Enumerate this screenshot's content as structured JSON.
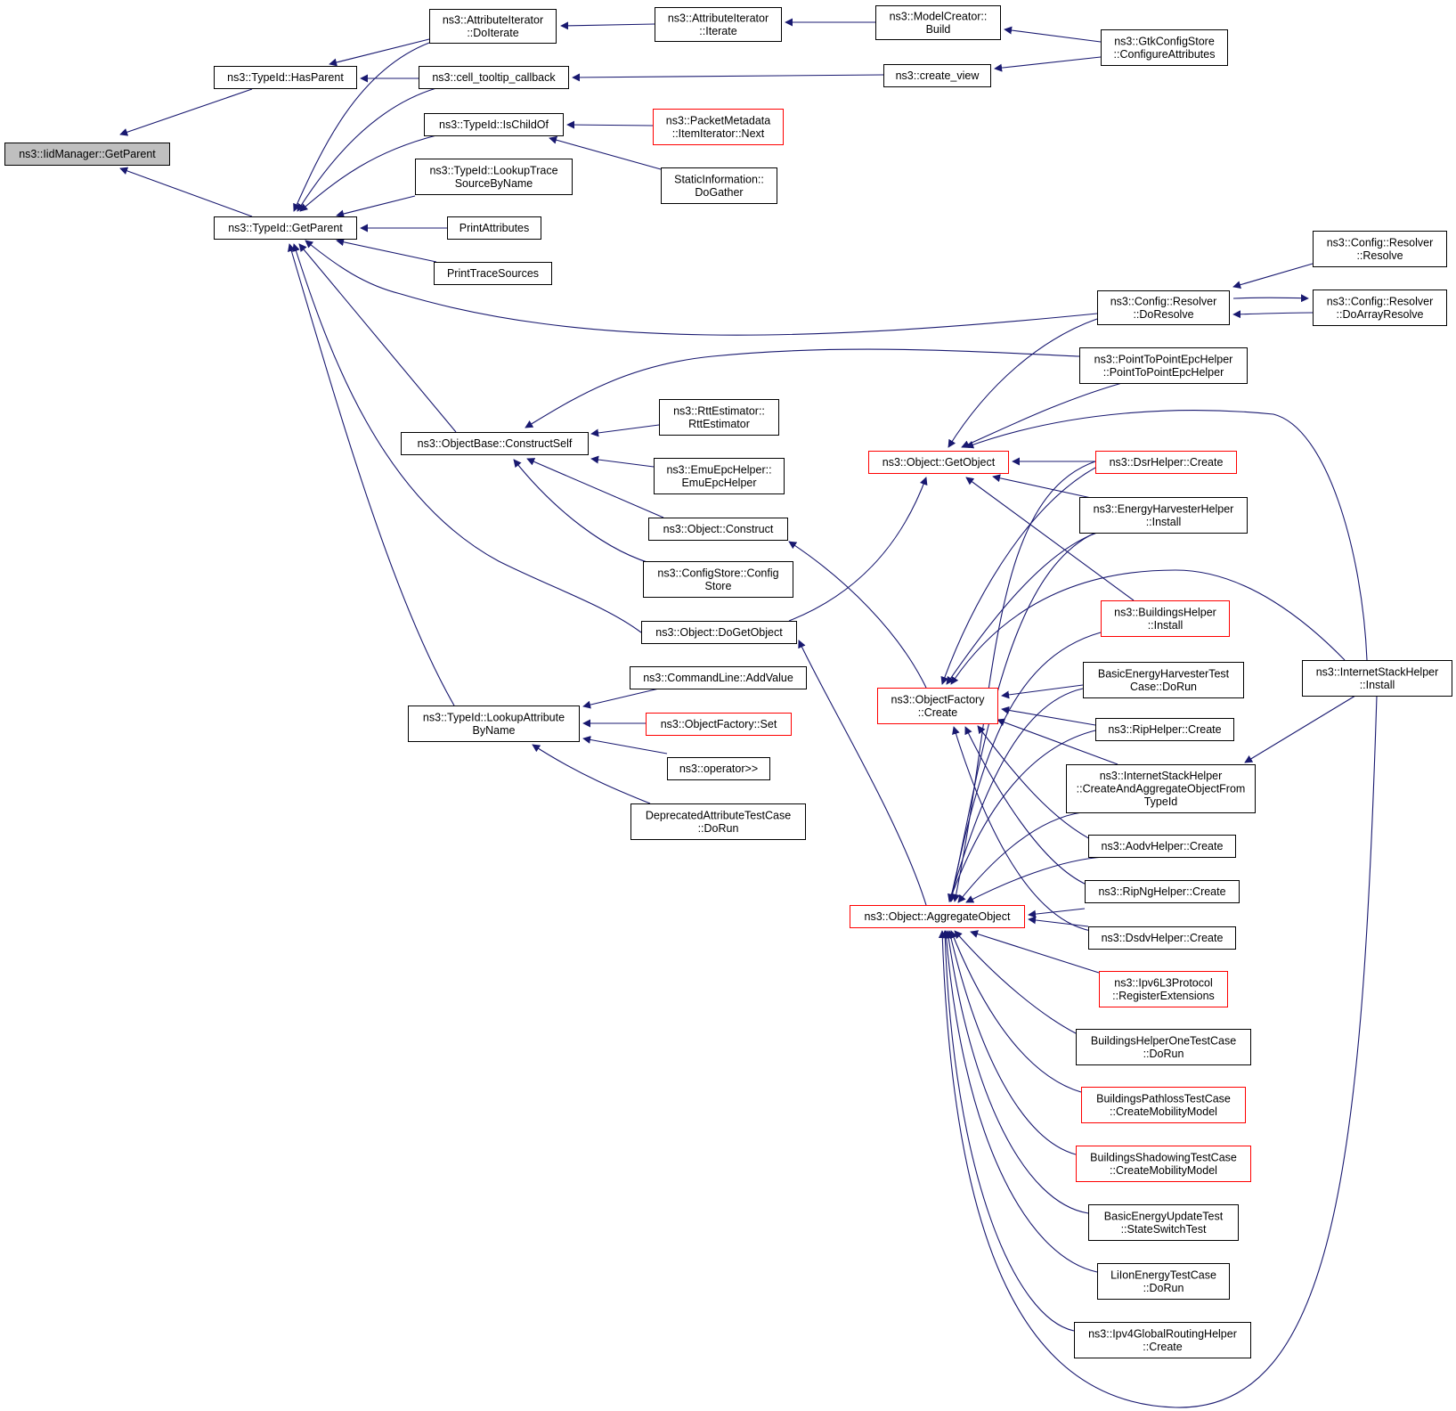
{
  "colors": {
    "edge": "#191970",
    "border": "#000000",
    "truncated_border": "#ff0000",
    "root_fill": "#bfbfbf",
    "background": "#ffffff"
  },
  "nodes": [
    {
      "id": "root",
      "lines": [
        "ns3::IidManager::GetParent"
      ],
      "style": "root"
    },
    {
      "id": "hasparent",
      "lines": [
        "ns3::TypeId::HasParent"
      ],
      "style": "normal"
    },
    {
      "id": "getparent",
      "lines": [
        "ns3::TypeId::GetParent"
      ],
      "style": "normal"
    },
    {
      "id": "attriter_doiterate",
      "lines": [
        "ns3::AttributeIterator",
        "::DoIterate"
      ],
      "style": "normal"
    },
    {
      "id": "cell_tooltip",
      "lines": [
        "ns3::cell_tooltip_callback"
      ],
      "style": "normal"
    },
    {
      "id": "ischildof",
      "lines": [
        "ns3::TypeId::IsChildOf"
      ],
      "style": "normal"
    },
    {
      "id": "lookuptrace",
      "lines": [
        "ns3::TypeId::LookupTrace",
        "SourceByName"
      ],
      "style": "normal"
    },
    {
      "id": "printattributes",
      "lines": [
        "PrintAttributes"
      ],
      "style": "normal"
    },
    {
      "id": "printtracesources",
      "lines": [
        "PrintTraceSources"
      ],
      "style": "normal"
    },
    {
      "id": "constructself",
      "lines": [
        "ns3::ObjectBase::ConstructSelf"
      ],
      "style": "normal"
    },
    {
      "id": "dogetobject",
      "lines": [
        "ns3::Object::DoGetObject"
      ],
      "style": "normal"
    },
    {
      "id": "lookupattr",
      "lines": [
        "ns3::TypeId::LookupAttribute",
        "ByName"
      ],
      "style": "normal"
    },
    {
      "id": "attriter_iterate",
      "lines": [
        "ns3::AttributeIterator",
        "::Iterate"
      ],
      "style": "normal"
    },
    {
      "id": "modelcreator",
      "lines": [
        "ns3::ModelCreator::",
        "Build"
      ],
      "style": "normal"
    },
    {
      "id": "gtkconfig",
      "lines": [
        "ns3::GtkConfigStore",
        "::ConfigureAttributes"
      ],
      "style": "normal"
    },
    {
      "id": "createview",
      "lines": [
        "ns3::create_view"
      ],
      "style": "normal"
    },
    {
      "id": "packetmeta",
      "lines": [
        "ns3::PacketMetadata",
        "::ItemIterator::Next"
      ],
      "style": "red"
    },
    {
      "id": "staticinfo",
      "lines": [
        "StaticInformation::",
        "DoGather"
      ],
      "style": "normal"
    },
    {
      "id": "rttest",
      "lines": [
        "ns3::RttEstimator::",
        "RttEstimator"
      ],
      "style": "normal"
    },
    {
      "id": "emuepc",
      "lines": [
        "ns3::EmuEpcHelper::",
        "EmuEpcHelper"
      ],
      "style": "normal"
    },
    {
      "id": "objconstruct",
      "lines": [
        "ns3::Object::Construct"
      ],
      "style": "normal"
    },
    {
      "id": "configstore",
      "lines": [
        "ns3::ConfigStore::Config",
        "Store"
      ],
      "style": "normal"
    },
    {
      "id": "addvalue",
      "lines": [
        "ns3::CommandLine::AddValue"
      ],
      "style": "normal"
    },
    {
      "id": "objfactset",
      "lines": [
        "ns3::ObjectFactory::Set"
      ],
      "style": "red"
    },
    {
      "id": "operator",
      "lines": [
        "ns3::operator>>"
      ],
      "style": "normal"
    },
    {
      "id": "deprecated",
      "lines": [
        "DeprecatedAttributeTestCase",
        "::DoRun"
      ],
      "style": "normal"
    },
    {
      "id": "getobject",
      "lines": [
        "ns3::Object::GetObject"
      ],
      "style": "red"
    },
    {
      "id": "objfactcreate",
      "lines": [
        "ns3::ObjectFactory",
        "::Create"
      ],
      "style": "red"
    },
    {
      "id": "aggregate",
      "lines": [
        "ns3::Object::AggregateObject"
      ],
      "style": "red"
    },
    {
      "id": "doresolve",
      "lines": [
        "ns3::Config::Resolver",
        "::DoResolve"
      ],
      "style": "normal"
    },
    {
      "id": "resolve",
      "lines": [
        "ns3::Config::Resolver",
        "::Resolve"
      ],
      "style": "normal"
    },
    {
      "id": "doarrayresolve",
      "lines": [
        "ns3::Config::Resolver",
        "::DoArrayResolve"
      ],
      "style": "normal"
    },
    {
      "id": "p2pepc",
      "lines": [
        "ns3::PointToPointEpcHelper",
        "::PointToPointEpcHelper"
      ],
      "style": "normal"
    },
    {
      "id": "dsrcreate",
      "lines": [
        "ns3::DsrHelper::Create"
      ],
      "style": "red"
    },
    {
      "id": "energyharv",
      "lines": [
        "ns3::EnergyHarvesterHelper",
        "::Install"
      ],
      "style": "normal"
    },
    {
      "id": "buildingsinstall",
      "lines": [
        "ns3::BuildingsHelper",
        "::Install"
      ],
      "style": "red"
    },
    {
      "id": "basicenergyharv",
      "lines": [
        "BasicEnergyHarvesterTest",
        "Case::DoRun"
      ],
      "style": "normal"
    },
    {
      "id": "ripcreate",
      "lines": [
        "ns3::RipHelper::Create"
      ],
      "style": "normal"
    },
    {
      "id": "createaggr",
      "lines": [
        "ns3::InternetStackHelper",
        "::CreateAndAggregateObjectFrom",
        "TypeId"
      ],
      "style": "normal"
    },
    {
      "id": "aodvcreate",
      "lines": [
        "ns3::AodvHelper::Create"
      ],
      "style": "normal"
    },
    {
      "id": "ripngcreate",
      "lines": [
        "ns3::RipNgHelper::Create"
      ],
      "style": "normal"
    },
    {
      "id": "dsdvcreate",
      "lines": [
        "ns3::DsdvHelper::Create"
      ],
      "style": "normal"
    },
    {
      "id": "ipv6ext",
      "lines": [
        "ns3::Ipv6L3Protocol",
        "::RegisterExtensions"
      ],
      "style": "red"
    },
    {
      "id": "bldonetest",
      "lines": [
        "BuildingsHelperOneTestCase",
        "::DoRun"
      ],
      "style": "normal"
    },
    {
      "id": "bldpathloss",
      "lines": [
        "BuildingsPathlossTestCase",
        "::CreateMobilityModel"
      ],
      "style": "red"
    },
    {
      "id": "bldshadow",
      "lines": [
        "BuildingsShadowingTestCase",
        "::CreateMobilityModel"
      ],
      "style": "red"
    },
    {
      "id": "basicenergyupd",
      "lines": [
        "BasicEnergyUpdateTest",
        "::StateSwitchTest"
      ],
      "style": "normal"
    },
    {
      "id": "liion",
      "lines": [
        "LiIonEnergyTestCase",
        "::DoRun"
      ],
      "style": "normal"
    },
    {
      "id": "ipv4global",
      "lines": [
        "ns3::Ipv4GlobalRoutingHelper",
        "::Create"
      ],
      "style": "normal"
    },
    {
      "id": "inetinstall",
      "lines": [
        "ns3::InternetStackHelper",
        "::Install"
      ],
      "style": "normal"
    }
  ],
  "edges": [
    [
      "hasparent",
      "root"
    ],
    [
      "getparent",
      "root"
    ],
    [
      "attriter_doiterate",
      "hasparent"
    ],
    [
      "cell_tooltip",
      "hasparent"
    ],
    [
      "attriter_doiterate",
      "getparent"
    ],
    [
      "cell_tooltip",
      "getparent"
    ],
    [
      "ischildof",
      "getparent"
    ],
    [
      "lookuptrace",
      "getparent"
    ],
    [
      "printattributes",
      "getparent"
    ],
    [
      "printtracesources",
      "getparent"
    ],
    [
      "doresolve",
      "getparent"
    ],
    [
      "constructself",
      "getparent"
    ],
    [
      "dogetobject",
      "getparent"
    ],
    [
      "lookupattr",
      "getparent"
    ],
    [
      "attriter_iterate",
      "attriter_doiterate"
    ],
    [
      "modelcreator",
      "attriter_iterate"
    ],
    [
      "gtkconfig",
      "modelcreator"
    ],
    [
      "createview",
      "cell_tooltip"
    ],
    [
      "gtkconfig",
      "createview"
    ],
    [
      "packetmeta",
      "ischildof"
    ],
    [
      "staticinfo",
      "ischildof"
    ],
    [
      "p2pepc",
      "constructself"
    ],
    [
      "rttest",
      "constructself"
    ],
    [
      "emuepc",
      "constructself"
    ],
    [
      "objconstruct",
      "constructself"
    ],
    [
      "configstore",
      "constructself"
    ],
    [
      "objfactcreate",
      "objconstruct"
    ],
    [
      "getobject",
      "dogetobject"
    ],
    [
      "aggregate",
      "dogetobject"
    ],
    [
      "addvalue",
      "lookupattr"
    ],
    [
      "objfactset",
      "lookupattr"
    ],
    [
      "operator",
      "lookupattr"
    ],
    [
      "deprecated",
      "lookupattr"
    ],
    [
      "resolve",
      "doresolve"
    ],
    [
      "doarrayresolve",
      "doresolve"
    ],
    [
      "doresolve",
      "doarrayresolve"
    ],
    [
      "doresolve",
      "getobject"
    ],
    [
      "p2pepc",
      "getobject"
    ],
    [
      "dsrcreate",
      "getobject"
    ],
    [
      "energyharv",
      "getobject"
    ],
    [
      "buildingsinstall",
      "getobject"
    ],
    [
      "inetinstall",
      "getobject"
    ],
    [
      "dsrcreate",
      "objfactcreate"
    ],
    [
      "energyharv",
      "objfactcreate"
    ],
    [
      "inetinstall",
      "objfactcreate"
    ],
    [
      "basicenergyharv",
      "objfactcreate"
    ],
    [
      "ripcreate",
      "objfactcreate"
    ],
    [
      "createaggr",
      "objfactcreate"
    ],
    [
      "aodvcreate",
      "objfactcreate"
    ],
    [
      "ripngcreate",
      "objfactcreate"
    ],
    [
      "dsdvcreate",
      "objfactcreate"
    ],
    [
      "dsrcreate",
      "aggregate"
    ],
    [
      "energyharv",
      "aggregate"
    ],
    [
      "buildingsinstall",
      "aggregate"
    ],
    [
      "basicenergyharv",
      "aggregate"
    ],
    [
      "ripcreate",
      "aggregate"
    ],
    [
      "createaggr",
      "aggregate"
    ],
    [
      "aodvcreate",
      "aggregate"
    ],
    [
      "ripngcreate",
      "aggregate"
    ],
    [
      "dsdvcreate",
      "aggregate"
    ],
    [
      "ipv6ext",
      "aggregate"
    ],
    [
      "bldonetest",
      "aggregate"
    ],
    [
      "bldpathloss",
      "aggregate"
    ],
    [
      "bldshadow",
      "aggregate"
    ],
    [
      "basicenergyupd",
      "aggregate"
    ],
    [
      "liion",
      "aggregate"
    ],
    [
      "ipv4global",
      "aggregate"
    ],
    [
      "inetinstall",
      "aggregate"
    ],
    [
      "inetinstall",
      "createaggr"
    ]
  ]
}
